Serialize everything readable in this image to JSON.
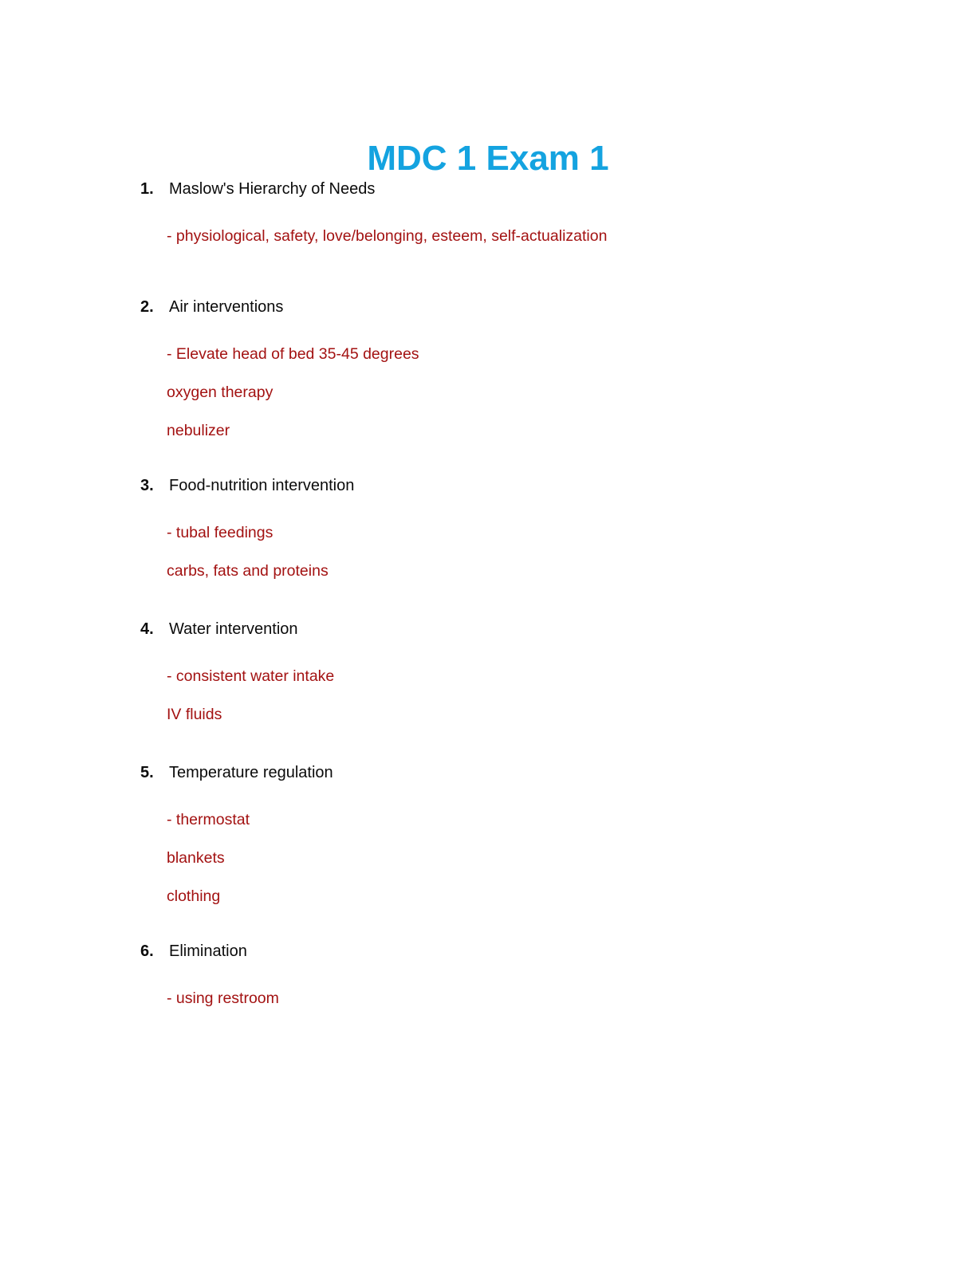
{
  "document": {
    "title": "MDC 1 Exam 1",
    "title_color": "#14a3e0",
    "body_color": "#0b0b0b",
    "detail_color": "#a31212",
    "background_color": "#ffffff"
  },
  "outline": {
    "items": [
      {
        "number": "1.",
        "title": "Maslow's Hierarchy of Needs",
        "details": [
          "- physiological, safety, love/belonging, esteem, self-actualization"
        ]
      },
      {
        "number": "2.",
        "title": "Air interventions",
        "details": [
          "- Elevate head of bed 35-45 degrees",
          "oxygen therapy",
          "nebulizer"
        ]
      },
      {
        "number": "3.",
        "title": "Food-nutrition intervention",
        "details": [
          "- tubal feedings",
          "carbs, fats and proteins"
        ]
      },
      {
        "number": "4.",
        "title": "Water intervention",
        "details": [
          "- consistent water intake",
          "IV fluids"
        ]
      },
      {
        "number": "5.",
        "title": "Temperature regulation",
        "details": [
          "- thermostat",
          "blankets",
          "clothing"
        ]
      },
      {
        "number": "6.",
        "title": "Elimination",
        "details": [
          "- using restroom"
        ]
      }
    ]
  }
}
